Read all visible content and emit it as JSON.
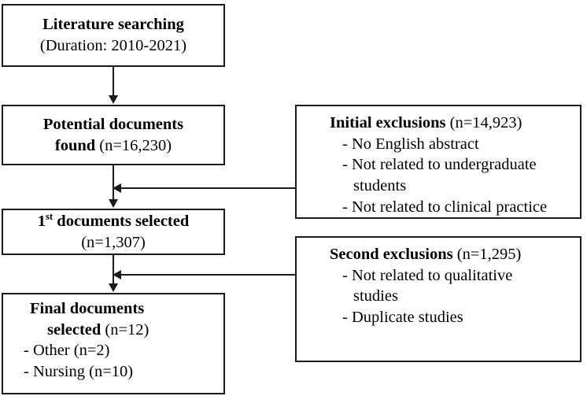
{
  "diagram": {
    "title": "PRISMA-style literature selection flow diagram",
    "stroke_color": "#1a1a1a",
    "background_color": "#ffffff"
  },
  "boxes": {
    "literature_searching": {
      "line1": "Literature searching",
      "line2": "(Duration: 2010-2021)"
    },
    "potential_documents": {
      "line1_bold": "Potential documents",
      "line2_bold": "found",
      "line2_regular": " (n=16,230)",
      "count": "16,230"
    },
    "first_selected": {
      "line1_prefix": "1",
      "line1_superscript": "st",
      "line1_rest": " documents selected",
      "line2": "(n=1,307)",
      "count": "1,307"
    },
    "final_selected": {
      "line1_bold": "Final documents",
      "line2_bold": "selected",
      "line2_regular": " (n=12)",
      "count": "12",
      "items": [
        "- Other (n=2)",
        "- Nursing (n=10)"
      ]
    },
    "initial_exclusions": {
      "heading_bold": "Initial exclusions",
      "heading_regular": " (n=14,923)",
      "count": "14,923",
      "items": [
        "- No English abstract",
        "- Not related to undergraduate",
        "students",
        "- Not related to clinical practice"
      ]
    },
    "second_exclusions": {
      "heading_bold": "Second exclusions",
      "heading_regular": " (n=1,295)",
      "count": "1,295",
      "items": [
        "- Not related to qualitative",
        "studies",
        "- Duplicate studies"
      ]
    }
  }
}
